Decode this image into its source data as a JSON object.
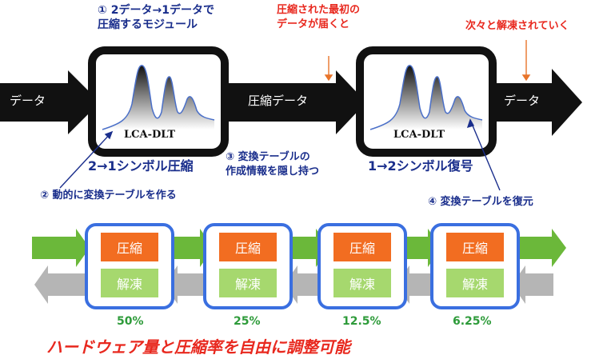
{
  "top": {
    "input_label": "データ",
    "compressed_label": "圧縮データ",
    "output_label": "データ",
    "module_label_left": "LCA-DLT",
    "module_label_right": "LCA-DLT",
    "note1_line1": "① 2データ→1データで",
    "note1_line2": "圧縮するモジュール",
    "note2": "② 動的に変換テーブルを作る",
    "note3_line1": "③ 変換テーブルの",
    "note3_line2": "作成情報を隠し持つ",
    "note4": "④ 変換テーブルを復元",
    "enc_caption": "2→1シンボル圧縮",
    "dec_caption": "1→2シンボル復号",
    "red_note_left_line1": "圧縮された最初の",
    "red_note_left_line2": "データが届くと",
    "red_note_right": "次々と解凍されていく"
  },
  "pipeline": {
    "compress_label": "圧縮",
    "decompress_label": "解凍",
    "stages": [
      {
        "compress": "圧縮",
        "decompress": "解凍",
        "percent": "50%"
      },
      {
        "compress": "圧縮",
        "decompress": "解凍",
        "percent": "25%"
      },
      {
        "compress": "圧縮",
        "decompress": "解凍",
        "percent": "12.5%"
      },
      {
        "compress": "圧縮",
        "decompress": "解凍",
        "percent": "6.25%"
      }
    ]
  },
  "bottom_caption": "ハードウェア量と圧縮率を自由に調整可能",
  "colors": {
    "navy": "#1a2e8c",
    "red": "#e8281e",
    "orange": "#f26d21",
    "light_green": "#a6d86e",
    "green_arrow": "#6bb83a",
    "gray_arrow": "#b5b5b5",
    "stage_border": "#3a6fe0"
  }
}
